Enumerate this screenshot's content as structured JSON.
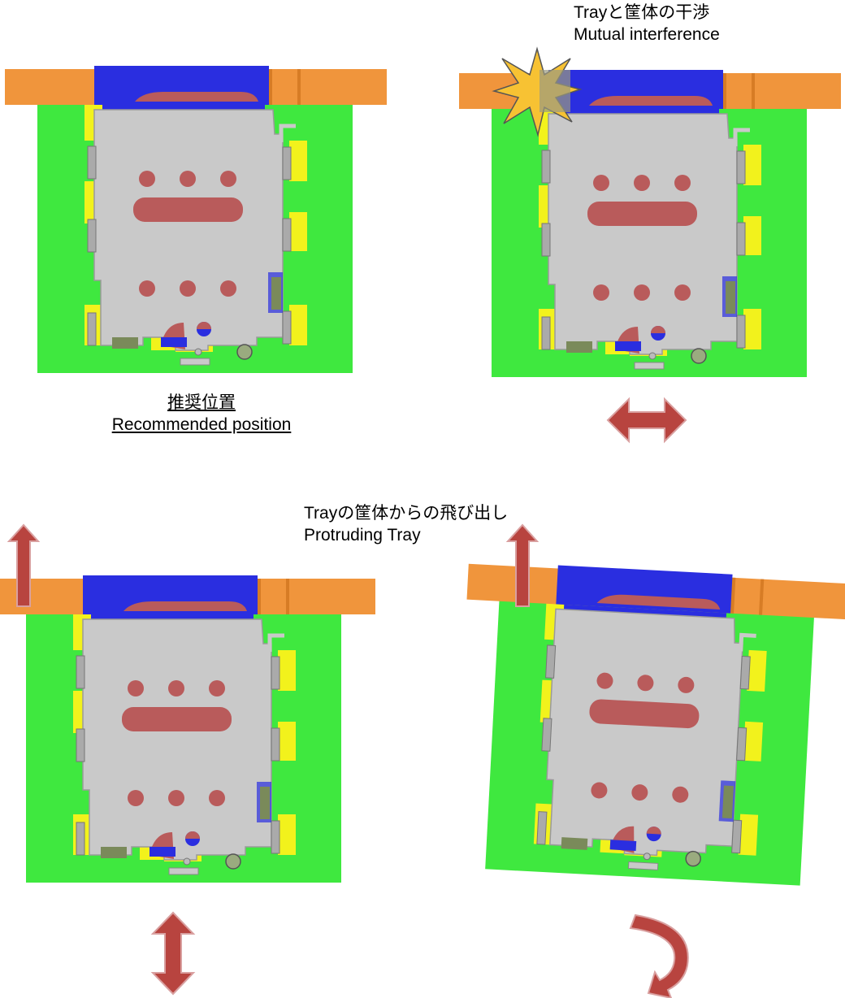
{
  "captions": {
    "interference_ja": "Trayと筐体の干渉",
    "interference_en": "Mutual interference",
    "recommended_ja": "推奨位置",
    "recommended_en": "Recommended position",
    "protruding_ja": "Trayの筐体からの飛び出し",
    "protruding_en": "Protruding Tray"
  },
  "colors": {
    "pcb": "#3fe83f",
    "housing": "#f0953c",
    "tray": "#2a2ee0",
    "metal": "#c9c9c9",
    "hole": "#b95b5b",
    "pad": "#f2f21c",
    "arrow": "#b8443f",
    "burst": "#f7c233"
  },
  "panels": [
    {
      "id": "recommended",
      "arrow": "none"
    },
    {
      "id": "interference",
      "arrow": "left-right-arrow",
      "indicator": "collision-burst"
    },
    {
      "id": "protrude-vertical",
      "arrow": "up-down-arrow",
      "indicator": "up-arrow"
    },
    {
      "id": "protrude-rotated",
      "arrow": "rotate-arrow",
      "indicator": "up-arrow"
    }
  ]
}
